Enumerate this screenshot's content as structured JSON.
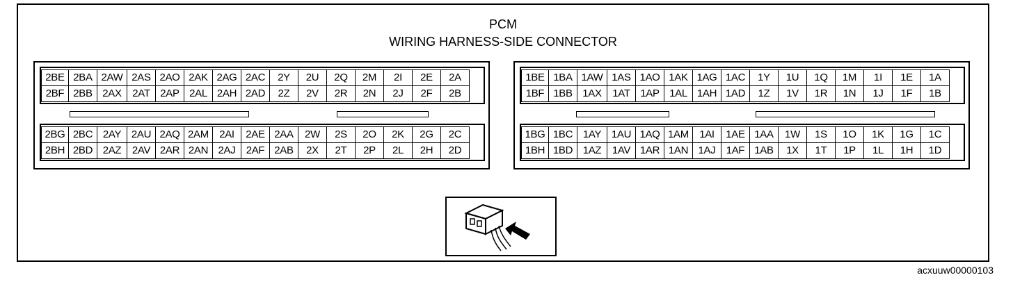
{
  "title": "PCM",
  "subtitle": "WIRING HARNESS-SIDE CONNECTOR",
  "figure_code": "acxuuw00000103",
  "connector2": {
    "block_a": [
      [
        "2BE",
        "2BA",
        "2AW",
        "2AS",
        "2AO",
        "2AK",
        "2AG",
        "2AC",
        "2Y",
        "2U",
        "2Q",
        "2M",
        "2I",
        "2E",
        "2A"
      ],
      [
        "2BF",
        "2BB",
        "2AX",
        "2AT",
        "2AP",
        "2AL",
        "2AH",
        "2AD",
        "2Z",
        "2V",
        "2R",
        "2N",
        "2J",
        "2F",
        "2B"
      ]
    ],
    "block_b": [
      [
        "2BG",
        "2BC",
        "2AY",
        "2AU",
        "2AQ",
        "2AM",
        "2AI",
        "2AE",
        "2AA",
        "2W",
        "2S",
        "2O",
        "2K",
        "2G",
        "2C"
      ],
      [
        "2BH",
        "2BD",
        "2AZ",
        "2AV",
        "2AR",
        "2AN",
        "2AJ",
        "2AF",
        "2AB",
        "2X",
        "2T",
        "2P",
        "2L",
        "2H",
        "2D"
      ]
    ]
  },
  "connector1": {
    "block_a": [
      [
        "1BE",
        "1BA",
        "1AW",
        "1AS",
        "1AO",
        "1AK",
        "1AG",
        "1AC",
        "1Y",
        "1U",
        "1Q",
        "1M",
        "1I",
        "1E",
        "1A"
      ],
      [
        "1BF",
        "1BB",
        "1AX",
        "1AT",
        "1AP",
        "1AL",
        "1AH",
        "1AD",
        "1Z",
        "1V",
        "1R",
        "1N",
        "1J",
        "1F",
        "1B"
      ]
    ],
    "block_b": [
      [
        "1BG",
        "1BC",
        "1AY",
        "1AU",
        "1AQ",
        "1AM",
        "1AI",
        "1AE",
        "1AA",
        "1W",
        "1S",
        "1O",
        "1K",
        "1G",
        "1C"
      ],
      [
        "1BH",
        "1BD",
        "1AZ",
        "1AV",
        "1AR",
        "1AN",
        "1AJ",
        "1AF",
        "1AB",
        "1X",
        "1T",
        "1P",
        "1L",
        "1H",
        "1D"
      ]
    ]
  },
  "icons": {
    "harness_view": "connector-harness-view-icon"
  }
}
